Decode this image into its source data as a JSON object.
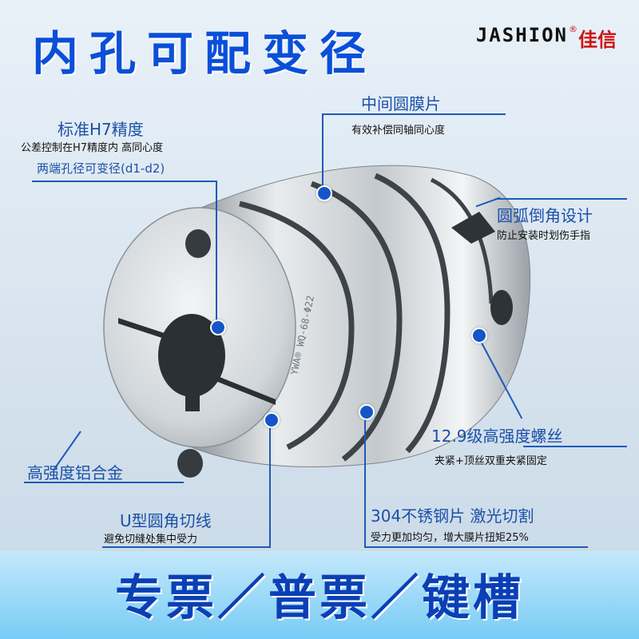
{
  "headline": "内孔可配变径",
  "brand": {
    "name_en": "JASHION",
    "reg_mark": "®",
    "name_cn": "佳信"
  },
  "product_engraving": "YWA® WQ-68-Φ22",
  "labels": {
    "h7": {
      "title": "标准H7精度",
      "sub": "公差控制在H7精度内 高同心度",
      "note": "两端孔径可变径(d1-d2)"
    },
    "middle_diaphragm": {
      "title": "中间圆膜片",
      "sub": "有效补偿同轴同心度"
    },
    "chamfer": {
      "title": "圆弧倒角设计",
      "sub": "防止安装时划伤手指"
    },
    "screw": {
      "title": "12.9级高强度螺丝",
      "sub": "夹紧+顶丝双重夹紧固定"
    },
    "aluminum": {
      "title": "高强度铝合金"
    },
    "u_cut": {
      "title": "U型圆角切线",
      "sub": "避免切缝处集中受力"
    },
    "steel": {
      "title": "304不锈钢片 激光切割",
      "sub": "受力更加均匀，增大膜片扭矩25%"
    }
  },
  "bottom_text": "专票／普票／键槽",
  "colors": {
    "accent": "#0a4fd8",
    "label_blue": "#1b50a8",
    "brand_red": "#d01010",
    "bottom_bar": "#78ccf5"
  }
}
